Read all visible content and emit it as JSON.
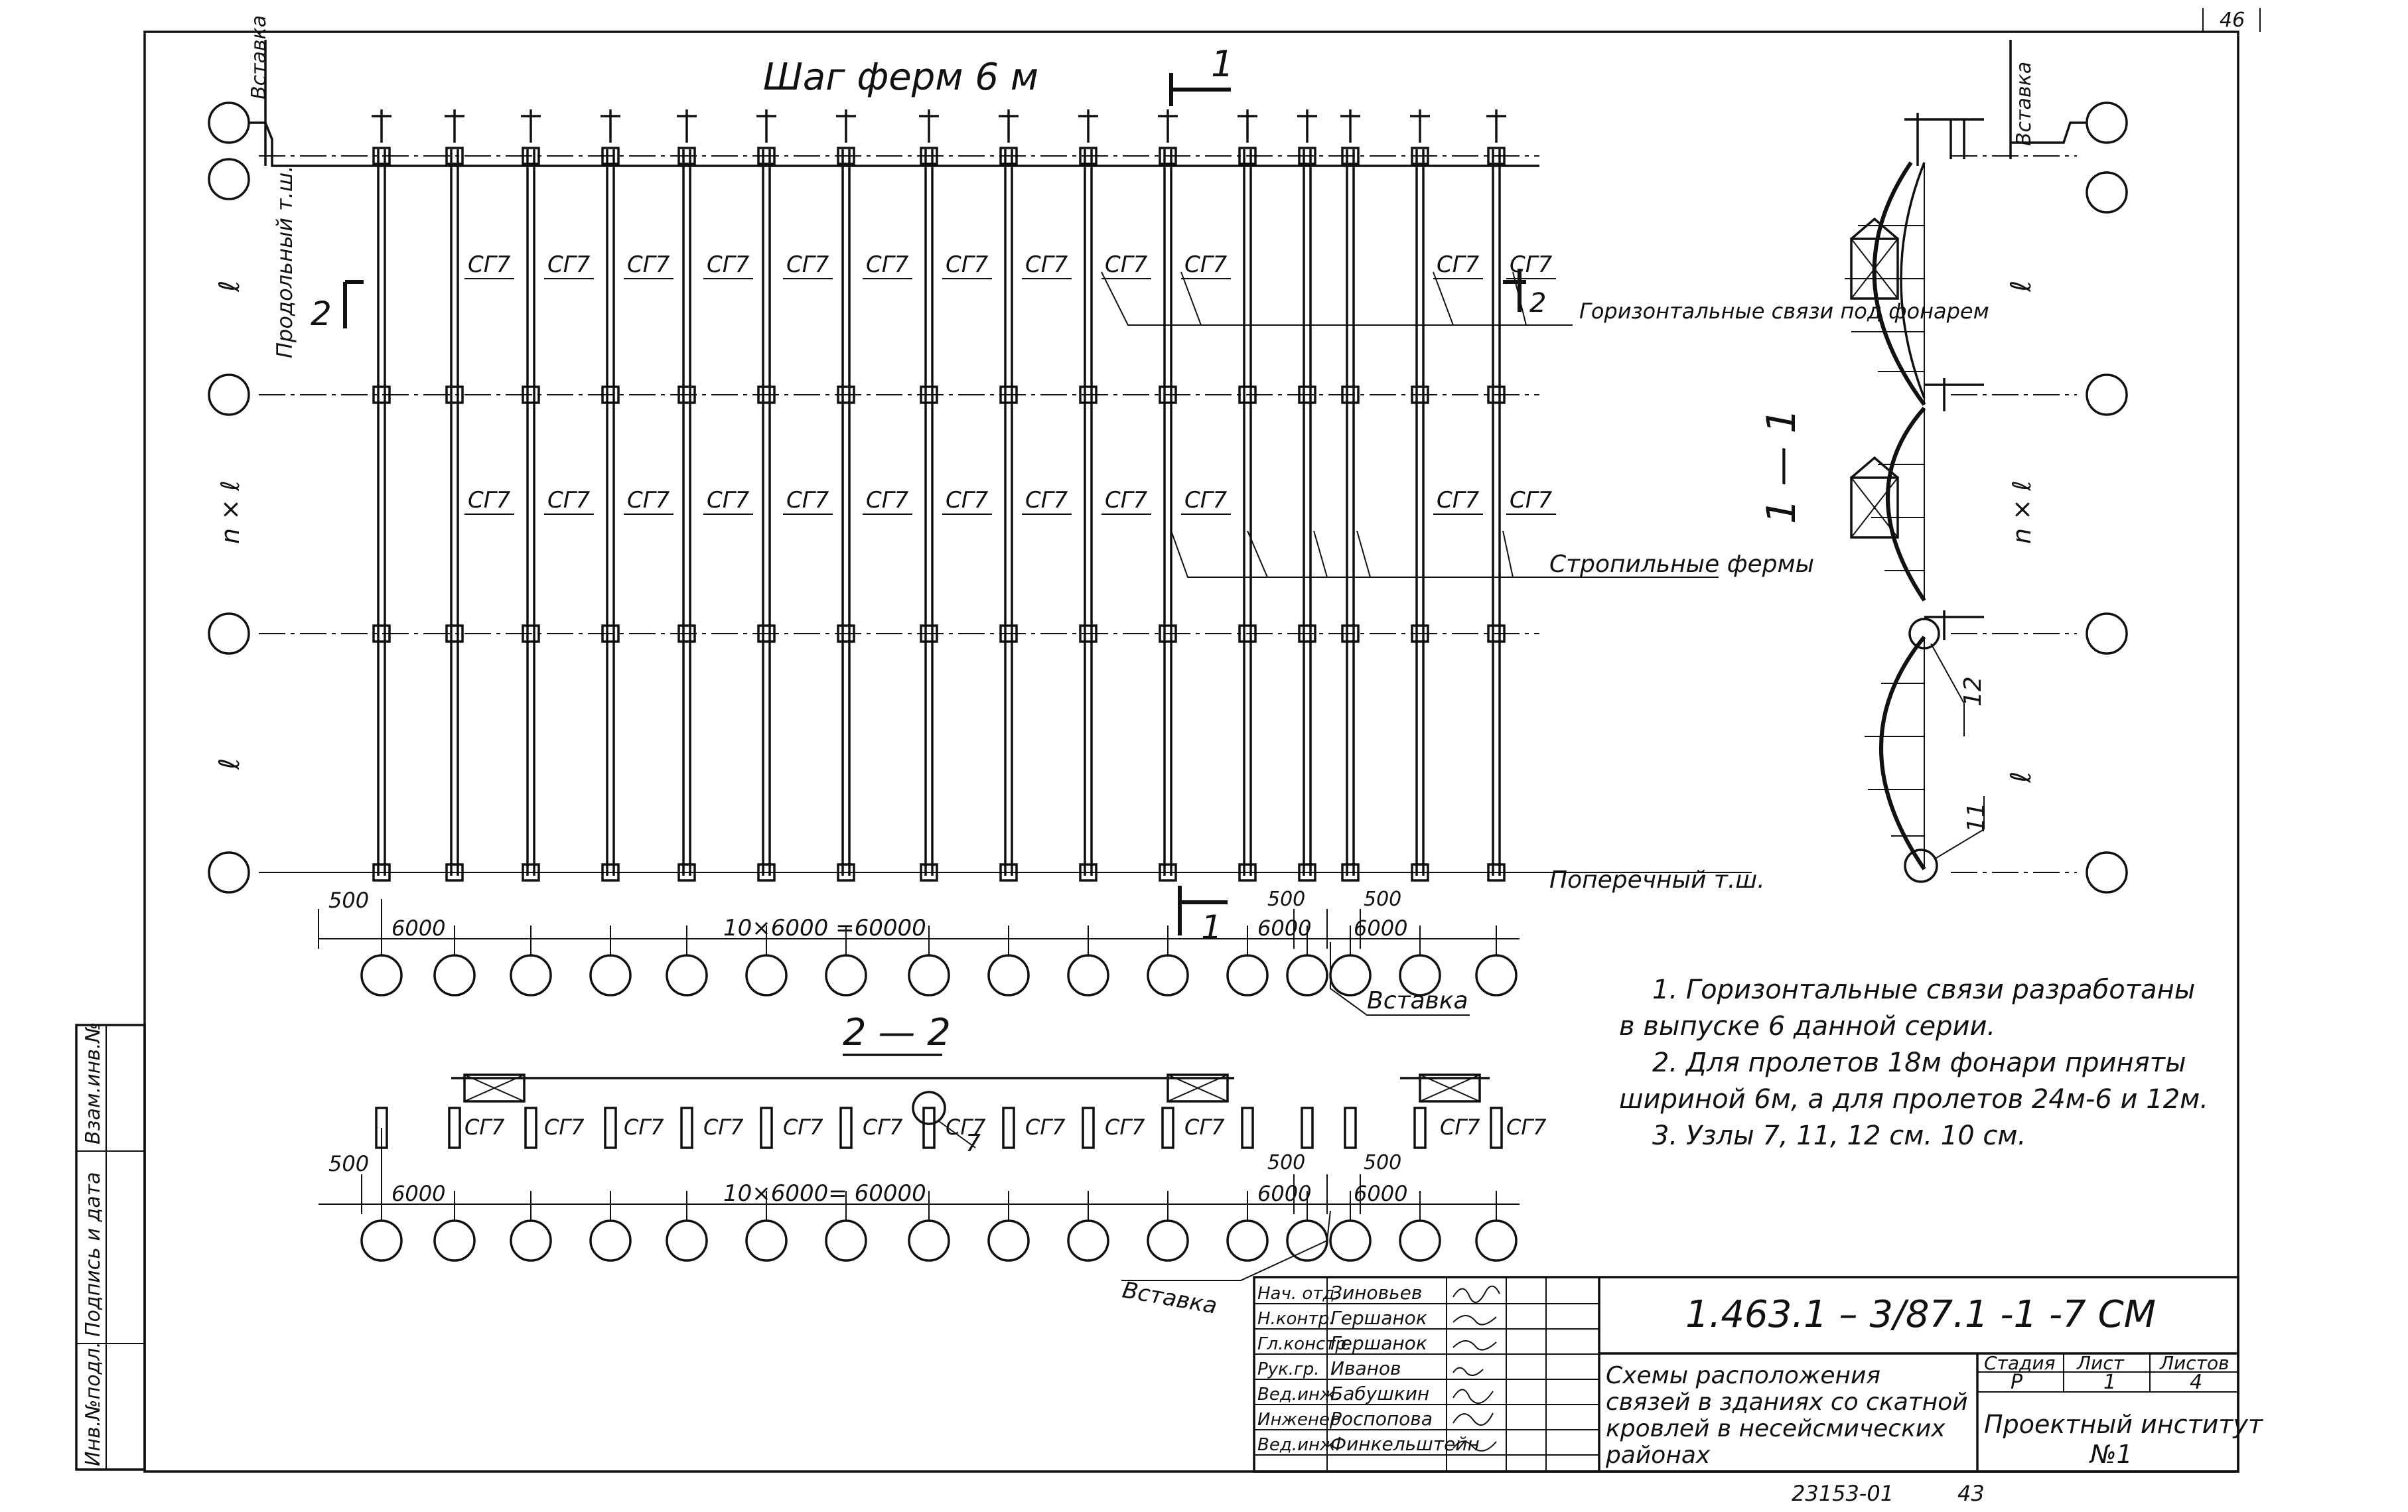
{
  "sheet_number": "46",
  "plan": {
    "title": "Шаг ферм 6 м",
    "section_mark_1": "1",
    "section_mark_2": "2",
    "insert_label": "Вставка",
    "longitudinal_joint": "Продольный т.ш.",
    "transverse_joint": "Поперечный т.ш.",
    "row_dim_1": "ℓ",
    "row_dim_2": "n × ℓ",
    "row_dim_3": "ℓ",
    "brace_label": "СГ7",
    "callout_brace": "Горизонтальные связи под фонарем",
    "callout_truss": "Стропильные фермы",
    "dims": {
      "left_offset": "500",
      "first_span": "6000",
      "total": "10×6000 =60000",
      "joint_offset_left": "500",
      "joint_offset_right": "500",
      "span_left_of_joint": "6000",
      "span_right_of_joint": "6000"
    }
  },
  "section_2_2": {
    "title": "2 — 2",
    "brace_label": "СГ7",
    "node_label": "7",
    "insert_label": "Вставка",
    "dims": {
      "left_offset": "500",
      "first_span": "6000",
      "total": "10×6000= 60000",
      "joint_offset_left": "500",
      "joint_offset_right": "500",
      "span_left_of_joint": "6000",
      "span_right_of_joint": "6000"
    }
  },
  "section_1_1": {
    "title": "1 — 1",
    "insert_label": "Вставка",
    "row_dim_1": "ℓ",
    "row_dim_2": "n × ℓ",
    "row_dim_3": "ℓ",
    "node_12": "12",
    "node_11": "11"
  },
  "notes": [
    "1. Горизонтальные связи разработаны",
    "в выпуске 6 данной серии.",
    "2. Для пролетов 18м фонари приняты",
    "шириной 6м, а для пролетов 24м-6 и 12м.",
    "3. Узлы 7, 11, 12 см. 10 см."
  ],
  "side_stamp": {
    "cells": [
      "Инв.№подл.",
      "Подпись и дата",
      "Взам.инв.№"
    ]
  },
  "title_block": {
    "code": "1.463.1 – 3/87.1 -1 -7 СМ",
    "staff": [
      {
        "role": "Нач. отд.",
        "name": "Зиновьев"
      },
      {
        "role": "Н.контр.",
        "name": "Гершанок"
      },
      {
        "role": "Гл.констр.",
        "name": "Гершанок"
      },
      {
        "role": "Рук.гр.",
        "name": "Иванов"
      },
      {
        "role": "Вед.инж.",
        "name": "Бабушкин"
      },
      {
        "role": "Инженер",
        "name": "Роспопова"
      },
      {
        "role": "Вед.инж.",
        "name": "Финкельштейн"
      }
    ],
    "description": [
      "Схемы расположения",
      "связей в зданиях со скатной",
      "кровлей в несейсмических",
      "районах"
    ],
    "stage_header": "Стадия",
    "sheet_header": "Лист",
    "sheets_header": "Листов",
    "stage": "Р",
    "sheet": "1",
    "sheets": "4",
    "organization_line1": "Проектный институт",
    "organization_line2": "№1"
  },
  "footer": {
    "archive_number": "23153-01",
    "page": "43"
  }
}
